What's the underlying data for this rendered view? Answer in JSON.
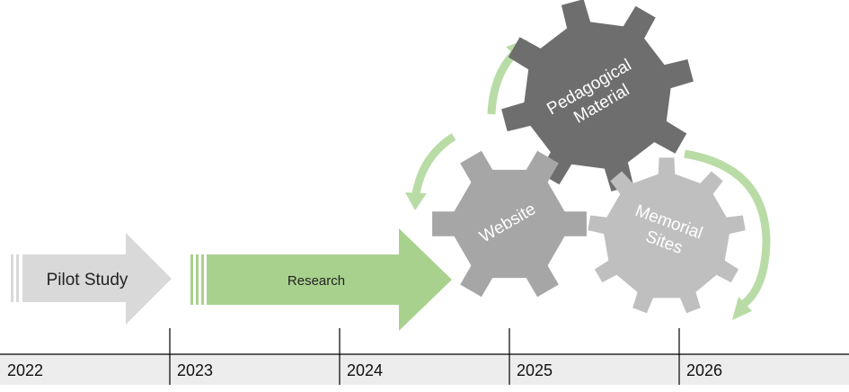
{
  "phases": {
    "pilot": {
      "label": "Pilot Study"
    },
    "research": {
      "label": "Research"
    }
  },
  "gears": {
    "pedagogical": {
      "line1": "Pedagogical",
      "line2": "Material"
    },
    "website": {
      "label": "Website"
    },
    "memorial": {
      "line1": "Memorial",
      "line2": "Sites"
    }
  },
  "timeline": {
    "years": [
      "2022",
      "2023",
      "2024",
      "2025",
      "2026"
    ]
  },
  "colors": {
    "pilot_arrow": "#d9d9d9",
    "research_arrow": "#a9d18e",
    "cycle_arrows": "#b9dca6",
    "gear_dark": "#6e6e6e",
    "gear_mid": "#a6a6a6",
    "gear_light": "#bfbfbf",
    "timeline_bar": "#ededed"
  }
}
